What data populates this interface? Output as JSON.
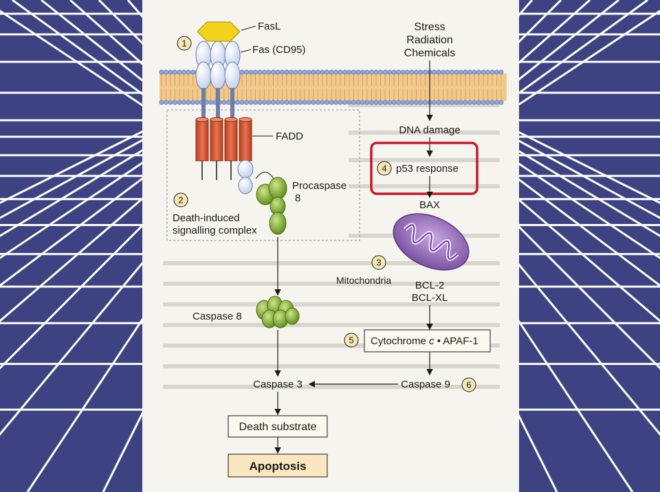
{
  "colors": {
    "background_navy": "#3d4283",
    "grid_line": "#ffffff",
    "highlight": "#c8182a",
    "membrane_head": "#8fa6dd",
    "fadd_red": "#d9583b",
    "procaspase_green": "#7fae2f",
    "mitochondria_purple": "#9a6fbd",
    "fasl_yellow": "#f2d21b",
    "apoptosis_fill": "#fbe7bf"
  },
  "labels": {
    "fasl": "FasL",
    "fas": "Fas (CD95)",
    "stress": "Stress",
    "radiation": "Radiation",
    "chemicals": "Chemicals",
    "dna_damage": "DNA damage",
    "p53_response": "p53 response",
    "bax": "BAX",
    "fadd": "FADD",
    "procaspase_line1": "Procaspase",
    "procaspase_line2": "8",
    "disc_line1": "Death-induced",
    "disc_line2": "signalling complex",
    "mitochondria": "Mitochondria",
    "bcl2": "BCL-2",
    "bclxl": "BCL-XL",
    "cytochrome_a": "Cytochrome ",
    "cytochrome_c": "c",
    "cytochrome_b": " • APAF-1",
    "caspase8": "Caspase 8",
    "caspase3": "Caspase 3",
    "caspase9": "Caspase 9",
    "death_substrate": "Death substrate",
    "apoptosis": "Apoptosis"
  },
  "steps": [
    "1",
    "2",
    "3",
    "4",
    "5",
    "6"
  ]
}
